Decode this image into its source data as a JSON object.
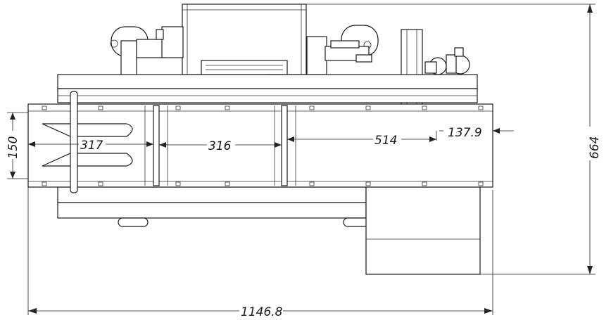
{
  "dimensions": {
    "overall_length": "1146.8",
    "overall_height": "664",
    "section_1_length": "317",
    "section_2_length": "316",
    "section_3_length": "514",
    "offset": "137.9",
    "belt_width": "150"
  },
  "colors": {
    "line": "#1a1a1a",
    "background": "#ffffff"
  }
}
